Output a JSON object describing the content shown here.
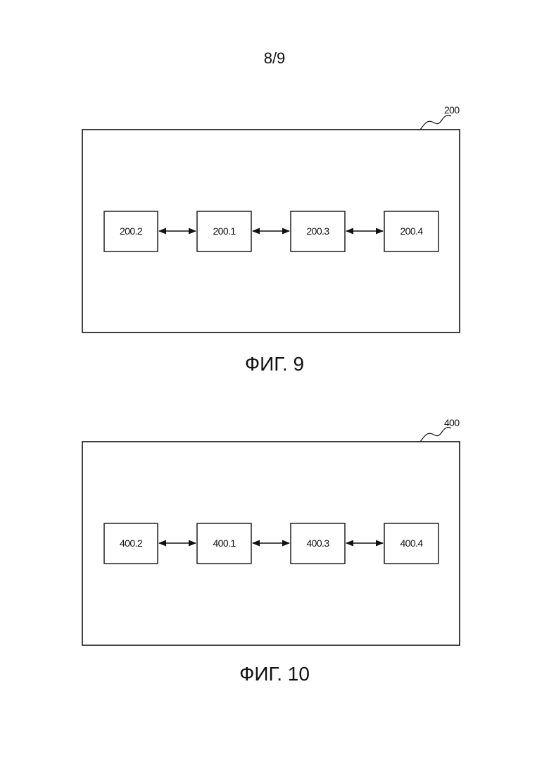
{
  "page_number": "8/9",
  "figures": [
    {
      "reference": "200",
      "caption": "ФИГ. 9",
      "blocks": [
        "200.2",
        "200.1",
        "200.3",
        "200.4"
      ]
    },
    {
      "reference": "400",
      "caption": "ФИГ. 10",
      "blocks": [
        "400.2",
        "400.1",
        "400.3",
        "400.4"
      ]
    }
  ]
}
